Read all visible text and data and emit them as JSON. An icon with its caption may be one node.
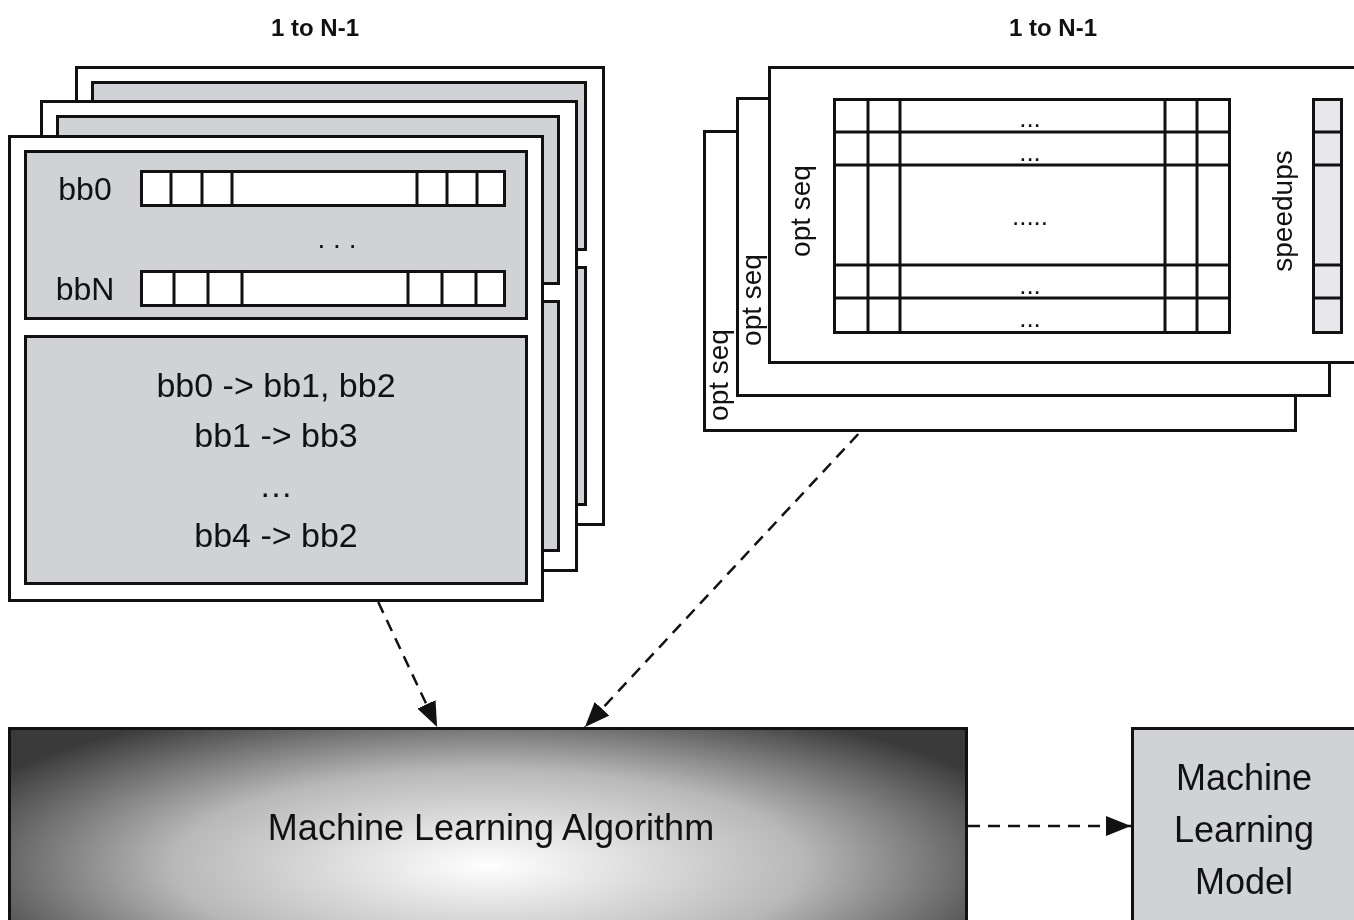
{
  "diagram": {
    "nodes": [
      {
        "text": [
          "1 to N-1"
        ]
      },
      {
        "text": [
          "bb0",
          ". . .",
          "bbN"
        ],
        "in": 0
      },
      {
        "text": [
          "bb0 -> bb1, bb2",
          "bb1 -> bb3",
          "…",
          "bb4 -> bb2"
        ],
        "in": 0
      },
      {
        "text": [
          "1 to N-1",
          "opt seq",
          "speedups"
        ]
      },
      {
        "text": [
          "Machine Learning Algorithm"
        ]
      },
      {
        "text": [
          "Machine Learning Model"
        ]
      }
    ],
    "edges": [
      {
        "from": 0,
        "to": 4,
        "arrow": "to",
        "style": "dashed"
      },
      {
        "from": 3,
        "to": 4,
        "arrow": "to",
        "style": "dashed"
      },
      {
        "from": 4,
        "to": 5,
        "arrow": "to",
        "style": "dashed"
      }
    ],
    "labels": [
      "opt seq",
      "opt seq",
      "...",
      "...",
      ".....",
      "...",
      "..."
    ]
  }
}
